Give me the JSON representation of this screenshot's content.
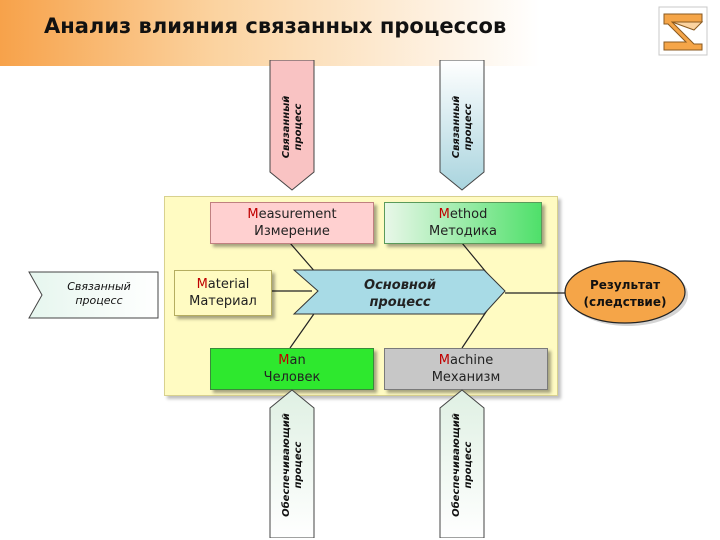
{
  "title": "Анализ влияния связанных процессов",
  "colors": {
    "header_accent": "#f7a24a",
    "panel": "#fffbc2",
    "measurement": "#ffd0d0",
    "method": "#4fe06a",
    "material": "#fffbc2",
    "man": "#2ee82e",
    "machine": "#c7c7c7",
    "main_process": "#a8dbe6",
    "result": "#f5a548",
    "top_left_pointer": "#f9c3c3",
    "top_right_pointer": "#c2e0e8",
    "bottom_pointer": "#cfe8d5"
  },
  "top_pointers": [
    {
      "line1": "Связанный",
      "line2": "процесс"
    },
    {
      "line1": "Связанный",
      "line2": "процесс"
    }
  ],
  "bottom_pointers": [
    {
      "line1": "Обеспечивающий",
      "line2": "процесс"
    },
    {
      "line1": "Обеспечивающий",
      "line2": "процесс"
    }
  ],
  "left_input": {
    "line1": "Связанный",
    "line2": "процесс"
  },
  "factors": {
    "measurement": {
      "first": "M",
      "rest": "easurement",
      "ru": "Измерение"
    },
    "method": {
      "first": "M",
      "rest": "ethod",
      "ru": "Методика"
    },
    "material": {
      "first": "M",
      "rest": "aterial",
      "ru": "Материал"
    },
    "man": {
      "first": "M",
      "rest": "an",
      "ru": "Человек"
    },
    "machine": {
      "first": "M",
      "rest": "achine",
      "ru": "Механизм"
    }
  },
  "main_process": {
    "line1": "Основной",
    "line2": "процесс"
  },
  "result": {
    "line1": "Результат",
    "line2": "(следствие)"
  },
  "logo_icon": "impossible-triangle-logo-icon"
}
